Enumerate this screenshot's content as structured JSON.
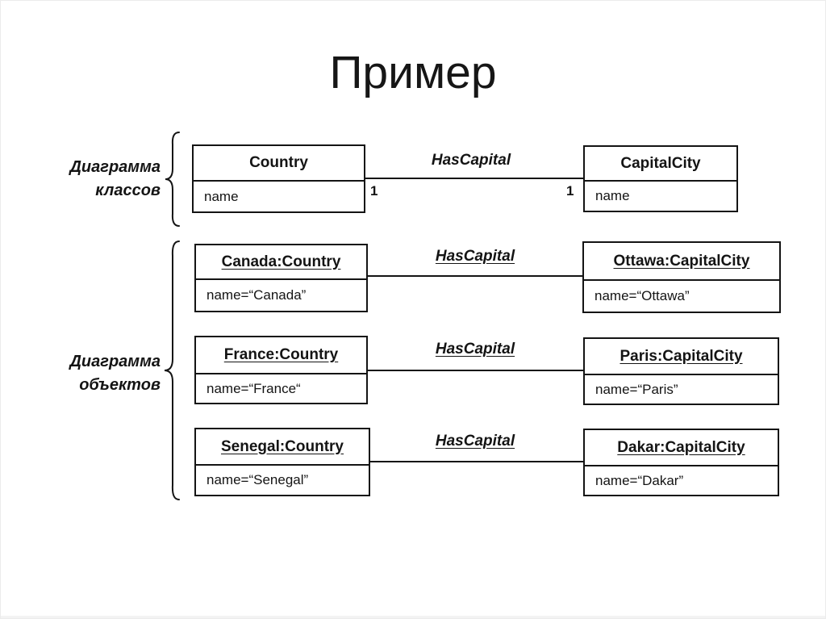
{
  "title": "Пример",
  "class_diagram": {
    "section_label": {
      "line1": "Диаграмма",
      "line2": "классов"
    },
    "left_class": {
      "name": "Country",
      "attribute": "name"
    },
    "right_class": {
      "name": "CapitalCity",
      "attribute": "name"
    },
    "association": {
      "label": "HasCapital",
      "mult_left": "1",
      "mult_right": "1"
    }
  },
  "object_diagram": {
    "section_label": {
      "line1": "Диаграмма",
      "line2": "объектов"
    },
    "rows": [
      {
        "left_object": {
          "name": "Canada:Country",
          "attribute": "name=“Canada”"
        },
        "link_label": "HasCapital",
        "right_object": {
          "name": "Ottawa:CapitalCity",
          "attribute": "name=“Ottawa”"
        }
      },
      {
        "left_object": {
          "name": "France:Country",
          "attribute": "name=“France“"
        },
        "link_label": "HasCapital",
        "right_object": {
          "name": "Paris:CapitalCity",
          "attribute": "name=“Paris”"
        }
      },
      {
        "left_object": {
          "name": "Senegal:Country",
          "attribute": "name=“Senegal”"
        },
        "link_label": "HasCapital",
        "right_object": {
          "name": "Dakar:CapitalCity",
          "attribute": "name=“Dakar”"
        }
      }
    ]
  },
  "colors": {
    "ink": "#141414",
    "background": "#ffffff"
  }
}
